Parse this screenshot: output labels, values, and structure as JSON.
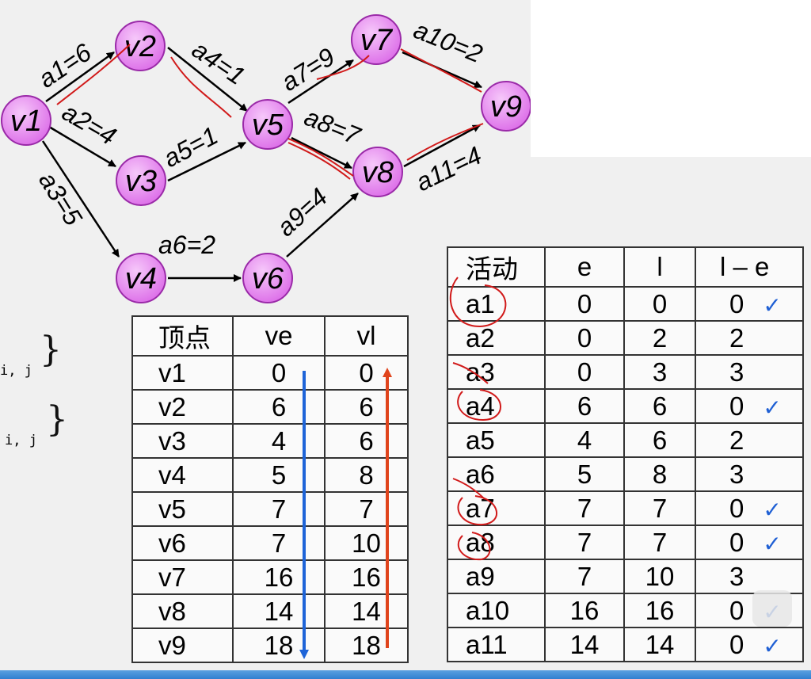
{
  "graph": {
    "nodes": [
      "v1",
      "v2",
      "v3",
      "v4",
      "v5",
      "v6",
      "v7",
      "v8",
      "v9"
    ],
    "edges": [
      "a1=6",
      "a2=4",
      "a3=5",
      "a4=1",
      "a5=1",
      "a6=2",
      "a7=9",
      "a8=7",
      "a9=4",
      "a10=2",
      "a11=4"
    ]
  },
  "code_fragments": [
    "i, j",
    "i, j"
  ],
  "vertex_table": {
    "headers": [
      "顶点",
      "ve",
      "vl"
    ],
    "rows": [
      [
        "v1",
        "0",
        "0"
      ],
      [
        "v2",
        "6",
        "6"
      ],
      [
        "v3",
        "4",
        "6"
      ],
      [
        "v4",
        "5",
        "8"
      ],
      [
        "v5",
        "7",
        "7"
      ],
      [
        "v6",
        "7",
        "10"
      ],
      [
        "v7",
        "16",
        "16"
      ],
      [
        "v8",
        "14",
        "14"
      ],
      [
        "v9",
        "18",
        "18"
      ]
    ]
  },
  "activity_table": {
    "headers": [
      "活动",
      "e",
      "l",
      "l – e"
    ],
    "rows": [
      [
        "a1",
        "0",
        "0",
        "0"
      ],
      [
        "a2",
        "0",
        "2",
        "2"
      ],
      [
        "a3",
        "0",
        "3",
        "3"
      ],
      [
        "a4",
        "6",
        "6",
        "0"
      ],
      [
        "a5",
        "4",
        "6",
        "2"
      ],
      [
        "a6",
        "5",
        "8",
        "3"
      ],
      [
        "a7",
        "7",
        "7",
        "0"
      ],
      [
        "a8",
        "7",
        "7",
        "0"
      ],
      [
        "a9",
        "7",
        "10",
        "3"
      ],
      [
        "a10",
        "16",
        "16",
        "0"
      ],
      [
        "a11",
        "14",
        "14",
        "0"
      ]
    ],
    "check_mark": "✓"
  },
  "colors": {
    "node_fill": "#e88cf0",
    "node_stroke": "#9a2aa8",
    "ve_arrow": "#1e64d8",
    "vl_arrow": "#e0441c",
    "annotation": "#d11a1a",
    "check": "#1e5fd4"
  }
}
